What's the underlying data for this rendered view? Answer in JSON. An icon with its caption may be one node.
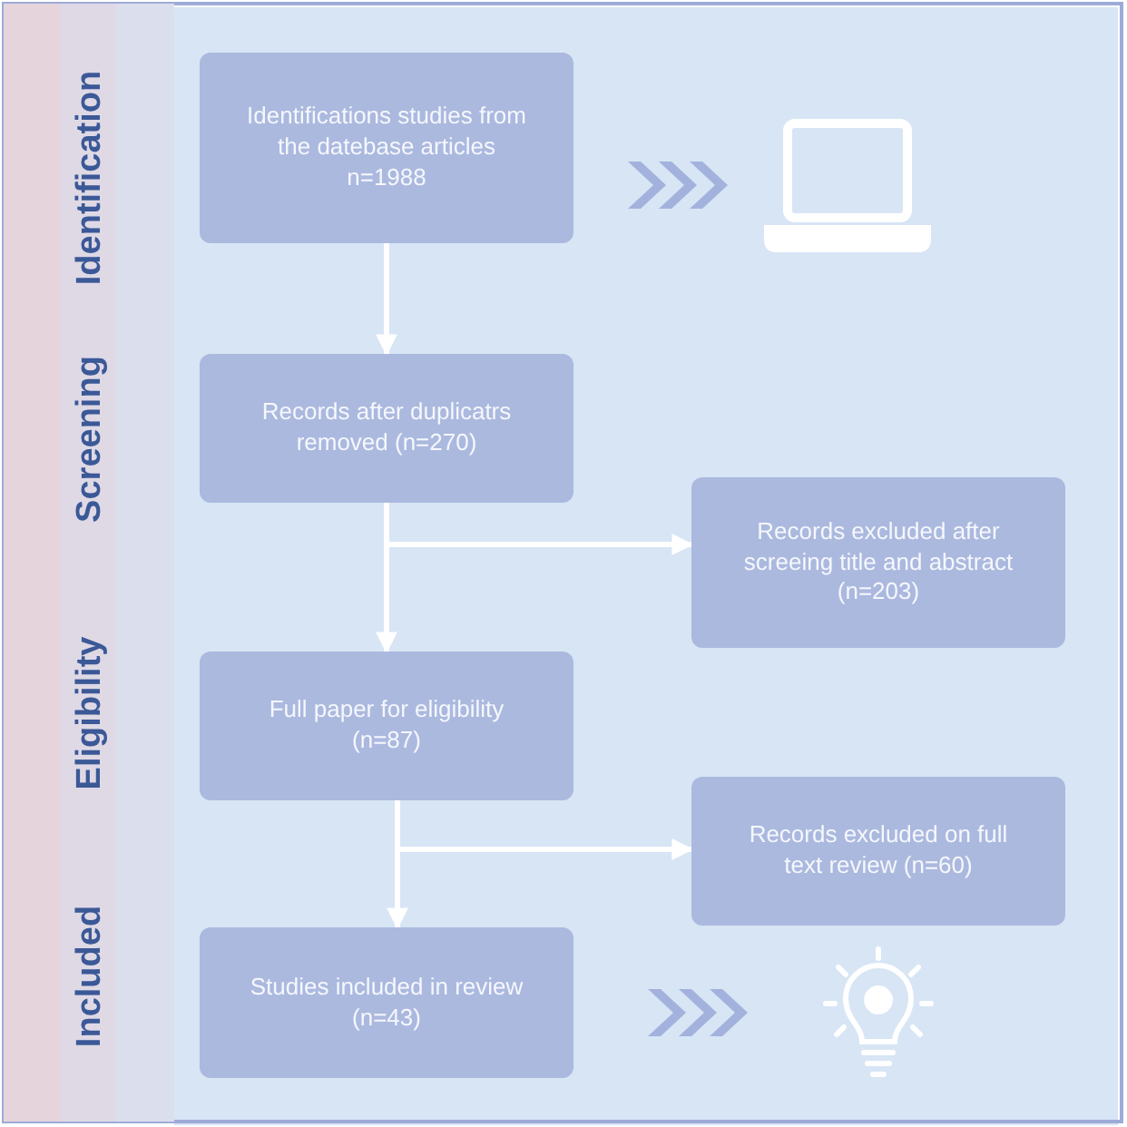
{
  "diagram": {
    "nodes": [
      {
        "text": [
          "Identifications studies from the datebase articles n=1988"
        ]
      },
      {
        "text": [
          "Records after duplicatrs removed (n=270)"
        ]
      },
      {
        "text": [
          "Records excluded after screeing title and abstract (n=203)"
        ]
      },
      {
        "text": [
          "Full  paper for eligibility (n=87)"
        ]
      },
      {
        "text": [
          "Records excluded on full text review (n=60)"
        ]
      },
      {
        "text": [
          "Studies included in review (n=43)"
        ]
      }
    ],
    "edges": [
      {
        "from": 0,
        "to": 1,
        "arrow": "to"
      },
      {
        "from": 1,
        "to": 3,
        "arrow": "to"
      },
      {
        "from": 1,
        "to": 2,
        "arrow": "to"
      },
      {
        "from": 3,
        "to": 5,
        "arrow": "to"
      },
      {
        "from": 3,
        "to": 4,
        "arrow": "to"
      }
    ],
    "labels": [
      "Identification",
      "Screening",
      "Eligibility",
      "Included"
    ]
  }
}
